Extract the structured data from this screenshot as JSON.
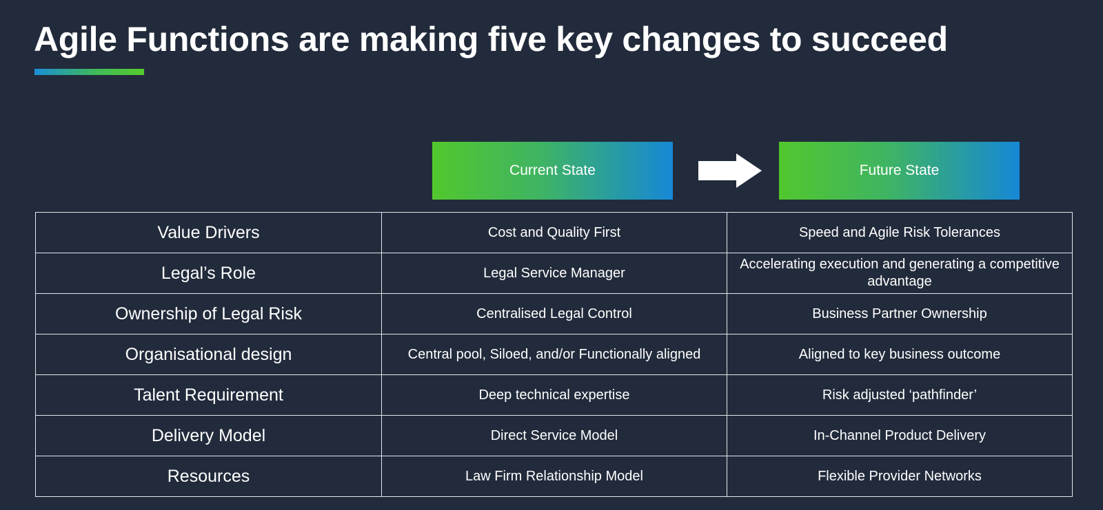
{
  "slide": {
    "title": "Agile Functions are making five key changes to succeed",
    "accent_gradient": [
      "#1a8ed8",
      "#56cc2c"
    ],
    "background": "#222b3b"
  },
  "states": {
    "current_label": "Current State",
    "future_label": "Future State",
    "arrow_icon": "right-arrow-icon"
  },
  "table": {
    "rows": [
      {
        "dimension": "Value Drivers",
        "current": "Cost and Quality First",
        "future": "Speed and Agile Risk Tolerances"
      },
      {
        "dimension": "Legal’s Role",
        "current": "Legal Service Manager",
        "future": "Accelerating execution and generating a competitive advantage"
      },
      {
        "dimension": "Ownership of Legal Risk",
        "current": "Centralised Legal Control",
        "future": "Business Partner Ownership"
      },
      {
        "dimension": "Organisational design",
        "current": "Central pool, Siloed, and/or Functionally aligned",
        "future": "Aligned to key business outcome"
      },
      {
        "dimension": "Talent Requirement",
        "current": "Deep technical expertise",
        "future": "Risk adjusted ‘pathfinder’"
      },
      {
        "dimension": "Delivery Model",
        "current": "Direct Service Model",
        "future": "In-Channel Product Delivery"
      },
      {
        "dimension": "Resources",
        "current": "Law Firm Relationship Model",
        "future": "Flexible Provider Networks"
      }
    ]
  }
}
